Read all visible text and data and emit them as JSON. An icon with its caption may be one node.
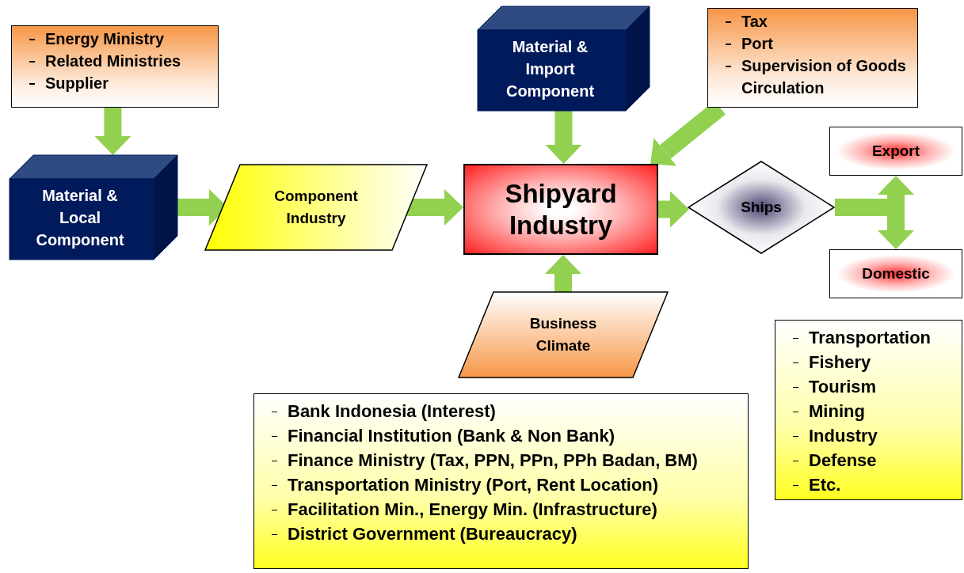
{
  "diagram": {
    "nodes": [
      {
        "text": [
          "Energy Ministry",
          "Related Ministries",
          "Supplier"
        ]
      },
      {
        "text": [
          "Material & Local Component"
        ]
      },
      {
        "text": [
          "Component Industry"
        ]
      },
      {
        "text": [
          "Material & Import Component"
        ]
      },
      {
        "text": [
          "Tax",
          "Port",
          "Supervision of Goods Circulation"
        ]
      },
      {
        "text": [
          "Shipyard Industry"
        ]
      },
      {
        "text": [
          "Ships"
        ]
      },
      {
        "text": [
          "Export"
        ]
      },
      {
        "text": [
          "Domestic"
        ]
      },
      {
        "text": [
          "Business Climate"
        ]
      },
      {
        "text": [
          "Bank Indonesia (Interest)",
          "Financial Institution (Bank & Non Bank)",
          "Finance Ministry (Tax, PPN, PPn, PPh Badan, BM)",
          "Transportation Ministry (Port, Rent Location)",
          "Facilitation Min., Energy Min. (Infrastructure)",
          "District Government (Bureaucracy)"
        ]
      },
      {
        "text": [
          "Transportation",
          "Fishery",
          "Tourism",
          "Mining",
          "Industry",
          "Defense",
          "Etc."
        ]
      }
    ],
    "edges": [
      {
        "from": 0,
        "to": 1,
        "arrow": "to"
      },
      {
        "from": 1,
        "to": 2,
        "arrow": "to"
      },
      {
        "from": 2,
        "to": 5,
        "arrow": "to"
      },
      {
        "from": 3,
        "to": 5,
        "arrow": "to"
      },
      {
        "from": 4,
        "to": 5,
        "arrow": "to"
      },
      {
        "from": 9,
        "to": 5,
        "arrow": "to"
      },
      {
        "from": 5,
        "to": 6,
        "arrow": "to"
      },
      {
        "from": 6,
        "to": 7,
        "arrow": "to"
      },
      {
        "from": 6,
        "to": 8,
        "arrow": "to"
      }
    ]
  }
}
